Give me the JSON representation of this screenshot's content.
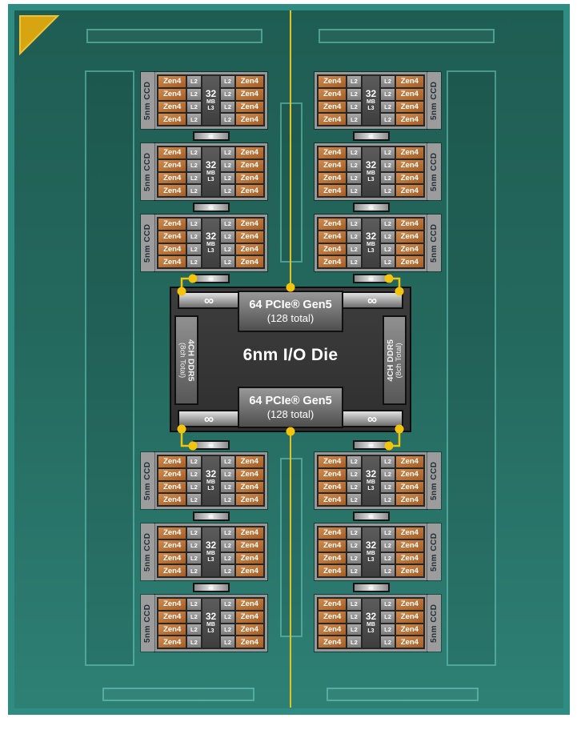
{
  "diagram": {
    "title_hint": "EPYC package functional diagram",
    "corner_marker": "pin-1-triangle",
    "colors": {
      "board_frame": "#2F8C82",
      "board_top": "#1F5D53",
      "board_bottom": "#2E8075",
      "accent_yellow": "#F2C40D",
      "zen_orange": "#BA6F33",
      "cache_gray": "#8E8E8E",
      "die_dark": "#353535"
    }
  },
  "ccd": {
    "label": "5nm CCD",
    "core_label": "Zen4",
    "l2_label": "L2",
    "l3_size": "32",
    "l3_unit": "MB",
    "l3_level": "L3",
    "cores_per_side": 4,
    "interconnect_symbol": "∞"
  },
  "ccd_groups": [
    {
      "id": "top-left",
      "ccd_count": 3
    },
    {
      "id": "top-right",
      "ccd_count": 3
    },
    {
      "id": "bottom-left",
      "ccd_count": 3
    },
    {
      "id": "bottom-right",
      "ccd_count": 3
    }
  ],
  "io_die": {
    "title": "6nm I/O Die",
    "infinity_symbol": "∞",
    "pcie_top": {
      "line1": "64 PCIe® Gen5",
      "line2": "(128 total)"
    },
    "pcie_bottom": {
      "line1": "64 PCIe® Gen5",
      "line2": "(128 total)"
    },
    "ddr_left": {
      "line1": "4CH DDR5",
      "line2": "(8ch Total)"
    },
    "ddr_right": {
      "line1": "4CH DDR5",
      "line2": "(8ch Total)"
    }
  }
}
